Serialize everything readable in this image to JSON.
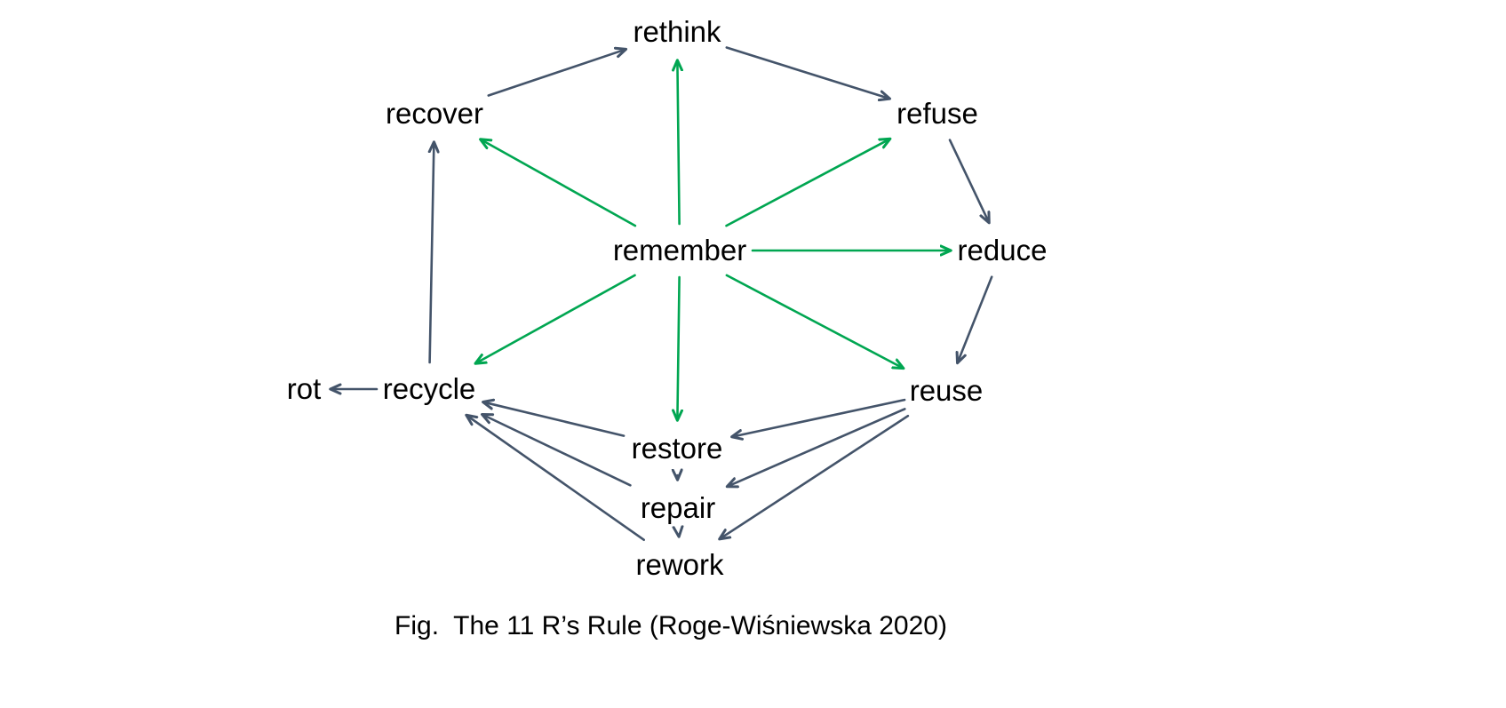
{
  "diagram": {
    "caption": "Fig.  The 11 R’s Rule (Roge-Wiśniewska 2020)",
    "nodes": [
      {
        "id": "rethink",
        "label": "rethink"
      },
      {
        "id": "recover",
        "label": "recover"
      },
      {
        "id": "refuse",
        "label": "refuse"
      },
      {
        "id": "remember",
        "label": "remember"
      },
      {
        "id": "reduce",
        "label": "reduce"
      },
      {
        "id": "rot",
        "label": "rot"
      },
      {
        "id": "recycle",
        "label": "recycle"
      },
      {
        "id": "reuse",
        "label": "reuse"
      },
      {
        "id": "restore",
        "label": "restore"
      },
      {
        "id": "repair",
        "label": "repair"
      },
      {
        "id": "rework",
        "label": "rework"
      }
    ],
    "edges": [
      {
        "from": "remember",
        "to": "rethink",
        "color": "green"
      },
      {
        "from": "remember",
        "to": "recover",
        "color": "green"
      },
      {
        "from": "remember",
        "to": "refuse",
        "color": "green"
      },
      {
        "from": "remember",
        "to": "reduce",
        "color": "green"
      },
      {
        "from": "remember",
        "to": "recycle",
        "color": "green"
      },
      {
        "from": "remember",
        "to": "reuse",
        "color": "green"
      },
      {
        "from": "remember",
        "to": "restore",
        "color": "green"
      },
      {
        "from": "recover",
        "to": "rethink",
        "color": "dark"
      },
      {
        "from": "rethink",
        "to": "refuse",
        "color": "dark"
      },
      {
        "from": "refuse",
        "to": "reduce",
        "color": "dark"
      },
      {
        "from": "reduce",
        "to": "reuse",
        "color": "dark"
      },
      {
        "from": "recycle",
        "to": "rot",
        "color": "dark"
      },
      {
        "from": "recycle",
        "to": "recover",
        "color": "dark"
      },
      {
        "from": "reuse",
        "to": "restore",
        "color": "dark"
      },
      {
        "from": "reuse",
        "to": "repair",
        "color": "dark"
      },
      {
        "from": "reuse",
        "to": "rework",
        "color": "dark"
      },
      {
        "from": "restore",
        "to": "repair",
        "color": "dark"
      },
      {
        "from": "repair",
        "to": "rework",
        "color": "dark"
      },
      {
        "from": "restore",
        "to": "recycle",
        "color": "dark"
      },
      {
        "from": "repair",
        "to": "recycle",
        "color": "dark"
      },
      {
        "from": "rework",
        "to": "recycle",
        "color": "dark"
      }
    ],
    "colors": {
      "edge_dark": "#44546A",
      "edge_green": "#00A651",
      "text": "#000000",
      "background": "#FFFFFF"
    }
  }
}
